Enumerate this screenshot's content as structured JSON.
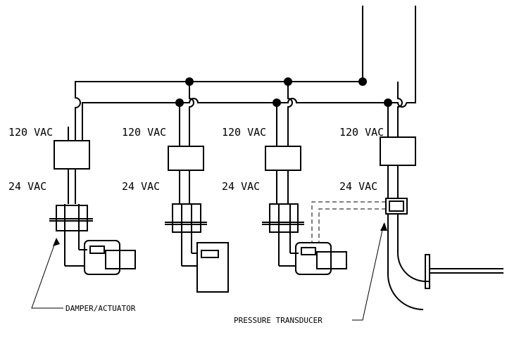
{
  "labels": {
    "v120": [
      "120 VAC",
      "120 VAC",
      "120 VAC",
      "120 VAC"
    ],
    "v24": [
      "24 VAC",
      "24 VAC",
      "24 VAC",
      "24 VAC"
    ],
    "damper_actuator": "DAMPER/ACTUATOR",
    "pressure_transducer": "PRESSURE TRANSDUCER"
  }
}
